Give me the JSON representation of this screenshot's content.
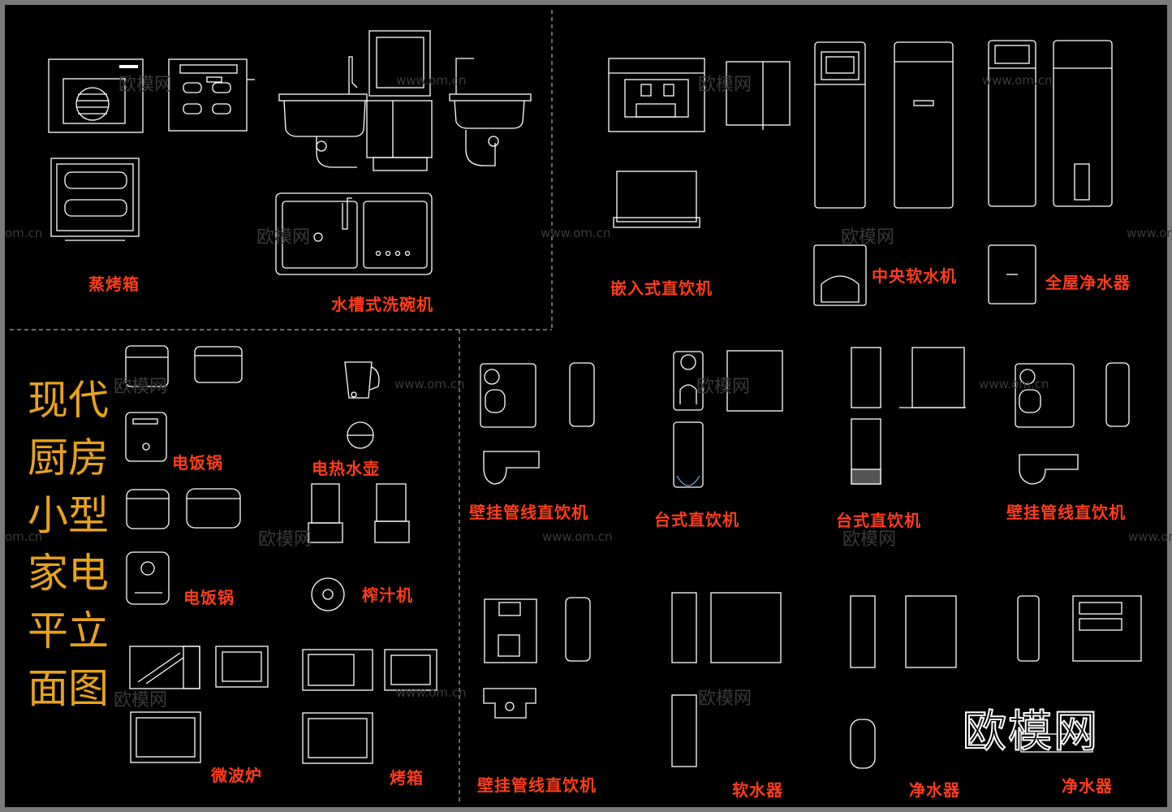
{
  "labels": {
    "steam_oven": "蒸烤箱",
    "sink_dishwasher": "水槽式洗碗机",
    "builtin_dispenser": "嵌入式直饮机",
    "central_softener": "中央软水机",
    "whole_house_purifier": "全屋净水器",
    "rice_cooker_1": "电饭锅",
    "kettle": "电热水壶",
    "rice_cooker_2": "电饭锅",
    "juicer": "榨汁机",
    "microwave": "微波炉",
    "oven": "烤箱",
    "wall_dispenser_1": "壁挂管线直饮机",
    "desktop_dispenser_1": "台式直饮机",
    "desktop_dispenser_2": "台式直饮机",
    "wall_dispenser_2": "壁挂管线直饮机",
    "wall_dispenser_3": "壁挂管线直饮机",
    "softener": "软水器",
    "purifier_1": "净水器",
    "purifier_2": "净水器"
  },
  "title_lines": [
    "现代",
    "厨房",
    "小型",
    "家电",
    "平立",
    "面图"
  ],
  "logo": "欧模网",
  "watermark": {
    "cn": "欧模网",
    "url": "www.om.cn",
    "short": "om.cn"
  },
  "colors": {
    "background": "#000000",
    "linework": "#ffffff",
    "label": "#ff3d1a",
    "title": "#e8a21a"
  }
}
